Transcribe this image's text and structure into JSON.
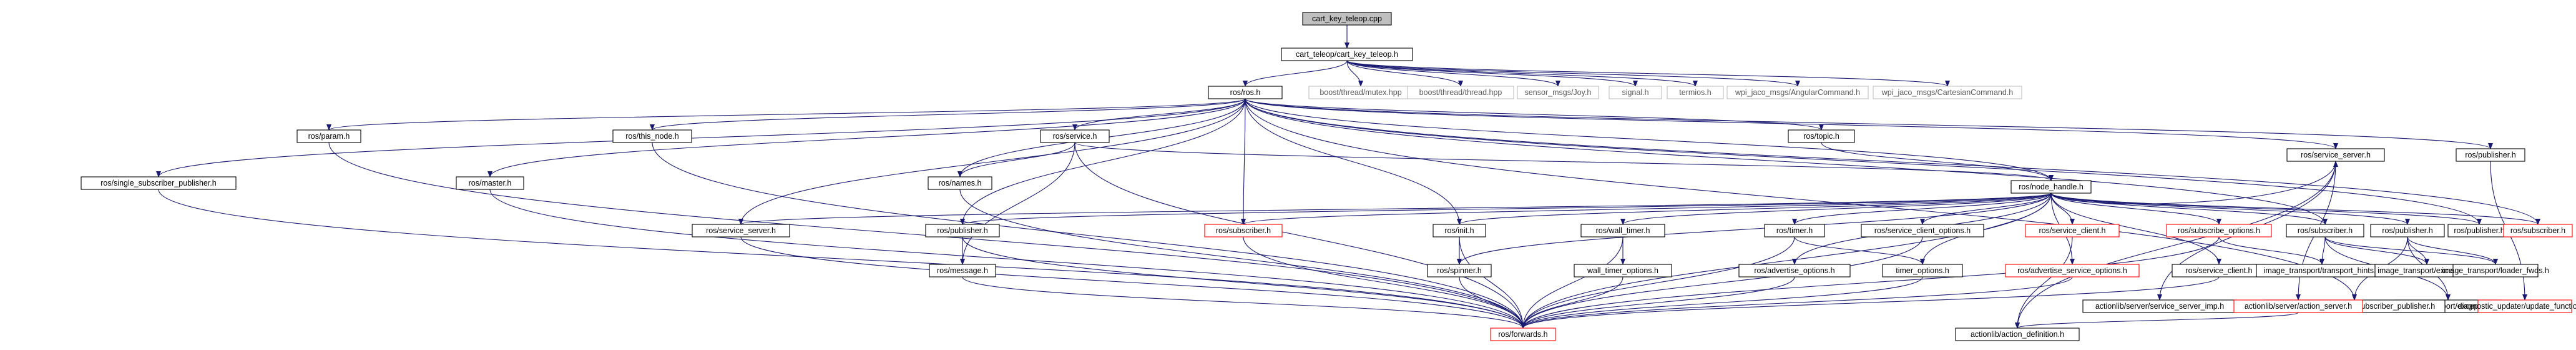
{
  "colors": {
    "edge": "#191970",
    "node_border": "#000000",
    "node_border_red": "#ff0000",
    "node_border_grey": "#bfbfbf",
    "root_fill": "#bfbfbf",
    "node_fill": "#ffffff",
    "text": "#000000",
    "text_grey": "#5a5a5a"
  },
  "nodes": [
    {
      "id": "root",
      "label": "cart_key_teleop.cpp",
      "style": "root"
    },
    {
      "id": "ckt_h",
      "label": "cart_teleop/cart_key_teleop.h",
      "style": "normal"
    },
    {
      "id": "ros_h",
      "label": "ros/ros.h",
      "style": "normal"
    },
    {
      "id": "mutex",
      "label": "boost/thread/mutex.hpp",
      "style": "grey"
    },
    {
      "id": "thread",
      "label": "boost/thread/thread.hpp",
      "style": "grey"
    },
    {
      "id": "joy",
      "label": "sensor_msgs/Joy.h",
      "style": "grey"
    },
    {
      "id": "signal",
      "label": "signal.h",
      "style": "grey"
    },
    {
      "id": "termios",
      "label": "termios.h",
      "style": "grey"
    },
    {
      "id": "angular",
      "label": "wpi_jaco_msgs/AngularCommand.h",
      "style": "grey"
    },
    {
      "id": "cartesian",
      "label": "wpi_jaco_msgs/CartesianCommand.h",
      "style": "grey"
    },
    {
      "id": "param",
      "label": "ros/param.h",
      "style": "normal"
    },
    {
      "id": "this_node",
      "label": "ros/this_node.h",
      "style": "normal"
    },
    {
      "id": "master",
      "label": "ros/master.h",
      "style": "normal"
    },
    {
      "id": "single_sub_pub",
      "label": "ros/single_subscriber_publisher.h",
      "style": "normal"
    },
    {
      "id": "service",
      "label": "ros/service.h",
      "style": "normal"
    },
    {
      "id": "topic",
      "label": "ros/topic.h",
      "style": "normal"
    },
    {
      "id": "names",
      "label": "ros/names.h",
      "style": "normal"
    },
    {
      "id": "node_handle",
      "label": "ros/node_handle.h",
      "style": "normal"
    },
    {
      "id": "service_server_a",
      "label": "ros/service_server.h",
      "style": "normal"
    },
    {
      "id": "publisher_a",
      "label": "ros/publisher.h",
      "style": "normal"
    },
    {
      "id": "subscriber_red_a",
      "label": "ros/subscriber.h",
      "style": "red"
    },
    {
      "id": "init",
      "label": "ros/init.h",
      "style": "normal"
    },
    {
      "id": "wall_timer",
      "label": "ros/wall_timer.h",
      "style": "normal"
    },
    {
      "id": "timer",
      "label": "ros/timer.h",
      "style": "normal"
    },
    {
      "id": "service_client_options",
      "label": "ros/service_client_options.h",
      "style": "normal"
    },
    {
      "id": "service_client_red",
      "label": "ros/service_client.h",
      "style": "red"
    },
    {
      "id": "subscribe_options",
      "label": "ros/subscribe_options.h",
      "style": "red"
    },
    {
      "id": "subscriber_b",
      "label": "ros/subscriber.h",
      "style": "normal"
    },
    {
      "id": "publisher_b",
      "label": "ros/publisher.h",
      "style": "normal"
    },
    {
      "id": "publisher_c",
      "label": "ros/publisher.h",
      "style": "normal"
    },
    {
      "id": "subscriber_red_b",
      "label": "ros/subscriber.h",
      "style": "red"
    },
    {
      "id": "publisher_d",
      "label": "ros/publisher.h",
      "style": "normal"
    },
    {
      "id": "service_server_b",
      "label": "ros/service_server.h",
      "style": "normal"
    },
    {
      "id": "message",
      "label": "ros/message.h",
      "style": "normal"
    },
    {
      "id": "spinner",
      "label": "ros/spinner.h",
      "style": "normal"
    },
    {
      "id": "wall_timer_options",
      "label": "wall_timer_options.h",
      "style": "normal"
    },
    {
      "id": "advertise_options",
      "label": "ros/advertise_options.h",
      "style": "normal"
    },
    {
      "id": "timer_options",
      "label": "timer_options.h",
      "style": "normal"
    },
    {
      "id": "advertise_service_options",
      "label": "ros/advertise_service_options.h",
      "style": "red"
    },
    {
      "id": "service_client",
      "label": "ros/service_client.h",
      "style": "normal"
    },
    {
      "id": "it_hints",
      "label": "image_transport/transport_hints.h",
      "style": "normal"
    },
    {
      "id": "it_exception_a",
      "label": "image_transport/exception.h",
      "style": "normal"
    },
    {
      "id": "it_loader",
      "label": "image_transport/loader_fwds.h",
      "style": "normal"
    },
    {
      "id": "it_exception_b",
      "label": "image_transport/exception.h",
      "style": "normal"
    },
    {
      "id": "it_single_pub",
      "label": "image_transport/single_subscriber_publisher.h",
      "style": "normal"
    },
    {
      "id": "diag",
      "label": "diagnostic_updater/update_functions.h",
      "style": "red"
    },
    {
      "id": "al_server_imp",
      "label": "actionlib/server/service_server_imp.h",
      "style": "normal"
    },
    {
      "id": "al_action_server",
      "label": "actionlib/server/action_server.h",
      "style": "red"
    },
    {
      "id": "forwards",
      "label": "ros/forwards.h",
      "style": "red"
    },
    {
      "id": "al_action_def",
      "label": "actionlib/action_definition.h",
      "style": "normal"
    }
  ],
  "edges": [
    [
      "root",
      "ckt_h"
    ],
    [
      "ckt_h",
      "ros_h"
    ],
    [
      "ckt_h",
      "mutex"
    ],
    [
      "ckt_h",
      "thread"
    ],
    [
      "ckt_h",
      "joy"
    ],
    [
      "ckt_h",
      "signal"
    ],
    [
      "ckt_h",
      "termios"
    ],
    [
      "ckt_h",
      "angular"
    ],
    [
      "ckt_h",
      "cartesian"
    ],
    [
      "ros_h",
      "param"
    ],
    [
      "ros_h",
      "this_node"
    ],
    [
      "ros_h",
      "master"
    ],
    [
      "ros_h",
      "single_sub_pub"
    ],
    [
      "ros_h",
      "service"
    ],
    [
      "ros_h",
      "topic"
    ],
    [
      "ros_h",
      "names"
    ],
    [
      "ros_h",
      "node_handle"
    ],
    [
      "ros_h",
      "service_server_a"
    ],
    [
      "ros_h",
      "publisher_a"
    ],
    [
      "ros_h",
      "subscriber_red_a"
    ],
    [
      "ros_h",
      "init"
    ],
    [
      "ros_h",
      "subscriber_b"
    ],
    [
      "ros_h",
      "publisher_c"
    ],
    [
      "ros_h",
      "subscriber_red_b"
    ],
    [
      "ros_h",
      "publisher_d"
    ],
    [
      "ros_h",
      "service_server_b"
    ],
    [
      "ros_h",
      "it_single_pub"
    ],
    [
      "param",
      "forwards"
    ],
    [
      "this_node",
      "forwards"
    ],
    [
      "master",
      "forwards"
    ],
    [
      "single_sub_pub",
      "forwards"
    ],
    [
      "service",
      "names"
    ],
    [
      "service",
      "node_handle"
    ],
    [
      "service",
      "message"
    ],
    [
      "service",
      "forwards"
    ],
    [
      "topic",
      "node_handle"
    ],
    [
      "names",
      "forwards"
    ],
    [
      "node_handle",
      "service_server_a"
    ],
    [
      "node_handle",
      "publisher_a"
    ],
    [
      "node_handle",
      "subscriber_red_a"
    ],
    [
      "node_handle",
      "init"
    ],
    [
      "node_handle",
      "wall_timer"
    ],
    [
      "node_handle",
      "timer"
    ],
    [
      "node_handle",
      "service_client_options"
    ],
    [
      "node_handle",
      "service_client_red"
    ],
    [
      "node_handle",
      "subscribe_options"
    ],
    [
      "node_handle",
      "subscriber_b"
    ],
    [
      "node_handle",
      "publisher_b"
    ],
    [
      "node_handle",
      "publisher_c"
    ],
    [
      "node_handle",
      "subscriber_red_b"
    ],
    [
      "node_handle",
      "service_server_b"
    ],
    [
      "node_handle",
      "spinner"
    ],
    [
      "node_handle",
      "advertise_options"
    ],
    [
      "node_handle",
      "timer_options"
    ],
    [
      "node_handle",
      "advertise_service_options"
    ],
    [
      "node_handle",
      "service_client"
    ],
    [
      "node_handle",
      "forwards"
    ],
    [
      "service_server_a",
      "forwards"
    ],
    [
      "publisher_a",
      "message"
    ],
    [
      "publisher_a",
      "forwards"
    ],
    [
      "subscriber_red_a",
      "forwards"
    ],
    [
      "init",
      "spinner"
    ],
    [
      "init",
      "forwards"
    ],
    [
      "wall_timer",
      "wall_timer_options"
    ],
    [
      "wall_timer",
      "forwards"
    ],
    [
      "timer",
      "timer_options"
    ],
    [
      "timer",
      "forwards"
    ],
    [
      "service_client_options",
      "forwards"
    ],
    [
      "service_client_red",
      "al_action_def"
    ],
    [
      "subscribe_options",
      "it_hints"
    ],
    [
      "subscribe_options",
      "forwards"
    ],
    [
      "subscriber_b",
      "it_hints"
    ],
    [
      "subscriber_b",
      "it_exception_a"
    ],
    [
      "subscriber_b",
      "it_loader"
    ],
    [
      "subscriber_b",
      "it_exception_b"
    ],
    [
      "publisher_b",
      "it_exception_a"
    ],
    [
      "publisher_b",
      "it_loader"
    ],
    [
      "publisher_b",
      "it_exception_b"
    ],
    [
      "publisher_b",
      "it_single_pub"
    ],
    [
      "publisher_d",
      "diag"
    ],
    [
      "service_server_b",
      "al_server_imp"
    ],
    [
      "service_server_b",
      "al_action_server"
    ],
    [
      "service_server_b",
      "al_action_def"
    ],
    [
      "al_action_server",
      "al_action_def"
    ],
    [
      "wall_timer_options",
      "forwards"
    ],
    [
      "advertise_options",
      "forwards"
    ],
    [
      "timer_options",
      "forwards"
    ],
    [
      "advertise_service_options",
      "forwards"
    ],
    [
      "service_client",
      "forwards"
    ],
    [
      "message",
      "forwards"
    ],
    [
      "spinner",
      "forwards"
    ]
  ]
}
